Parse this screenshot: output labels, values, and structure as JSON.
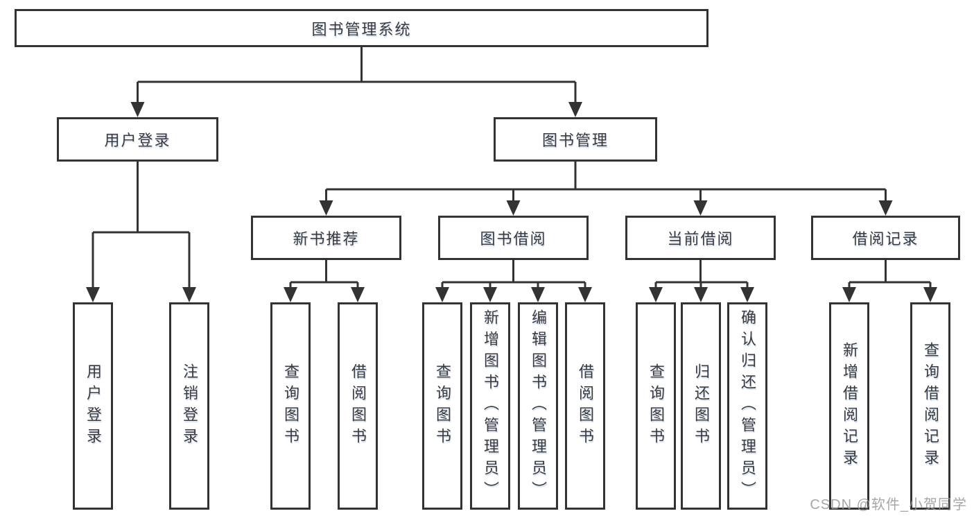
{
  "colors": {
    "line": "#333333",
    "box_border": "#333333",
    "text": "#3a3a3a",
    "watermark": "#969696",
    "background": "#ffffff"
  },
  "watermark": {
    "text": "CSDN @软件_小贺同学"
  },
  "tree": {
    "root": {
      "label": "图书管理系统",
      "children": [
        {
          "label": "用户登录",
          "children": [
            {
              "label": "用户登录"
            },
            {
              "label": "注销登录"
            }
          ]
        },
        {
          "label": "图书管理",
          "children": [
            {
              "label": "新书推荐",
              "children": [
                {
                  "label": "查询图书"
                },
                {
                  "label": "借阅图书"
                }
              ]
            },
            {
              "label": "图书借阅",
              "children": [
                {
                  "label": "查询图书"
                },
                {
                  "label": "新增图书（管理员）"
                },
                {
                  "label": "编辑图书（管理员）"
                },
                {
                  "label": "借阅图书"
                }
              ]
            },
            {
              "label": "当前借阅",
              "children": [
                {
                  "label": "查询图书"
                },
                {
                  "label": "归还图书"
                },
                {
                  "label": "确认归还（管理员）"
                }
              ]
            },
            {
              "label": "借阅记录",
              "children": [
                {
                  "label": "新增借阅记录"
                },
                {
                  "label": "查询借阅记录"
                }
              ]
            }
          ]
        }
      ]
    }
  }
}
